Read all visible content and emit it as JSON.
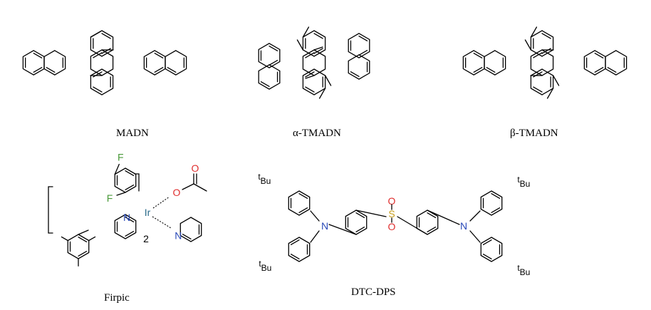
{
  "captions": {
    "madn": "MADN",
    "alpha_tmadn": "α-TMADN",
    "beta_tmadn": "β-TMADN",
    "firpic": "Firpic",
    "dtc_dps": "DTC-DPS"
  },
  "atoms": {
    "fluorine": "F",
    "iridium": "Ir",
    "oxygen": "O",
    "nitrogen": "N",
    "sulfur": "S",
    "ligand_count": "2",
    "tbu": "Bu",
    "tbu_superscript": "t"
  },
  "colors": {
    "fluorine": "#4a9a3a",
    "oxygen": "#e03030",
    "nitrogen": "#2a4ab8",
    "sulfur": "#c8a020",
    "iridium": "#2a6a8a",
    "bond": "#000000"
  }
}
